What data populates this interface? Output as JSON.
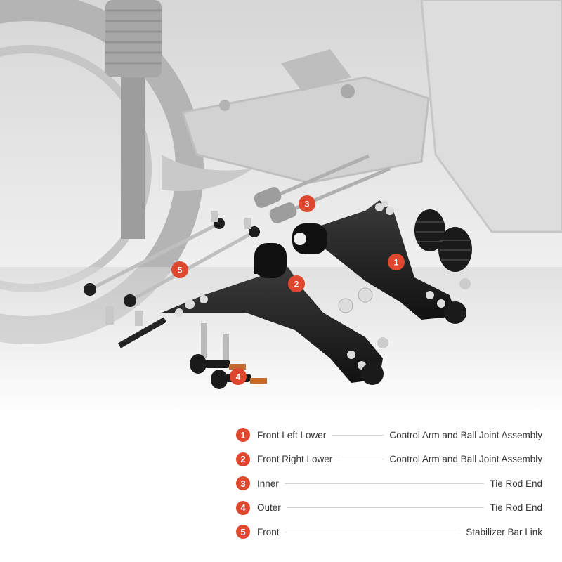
{
  "colors": {
    "accent": "#e0472f",
    "text": "#333333",
    "leader": "#d4d4d4"
  },
  "callouts": {
    "c1": "1",
    "c2": "2",
    "c3": "3",
    "c4": "4",
    "c5": "5"
  },
  "parts": [
    {
      "num": "1",
      "left": "Front Left Lower",
      "right": "Control Arm and Ball Joint Assembly"
    },
    {
      "num": "2",
      "left": "Front Right Lower",
      "right": "Control Arm and Ball Joint Assembly"
    },
    {
      "num": "3",
      "left": "Inner",
      "right": "Tie Rod End"
    },
    {
      "num": "4",
      "left": "Outer",
      "right": "Tie Rod End"
    },
    {
      "num": "5",
      "left": "Front",
      "right": "Stabilizer Bar Link"
    }
  ]
}
